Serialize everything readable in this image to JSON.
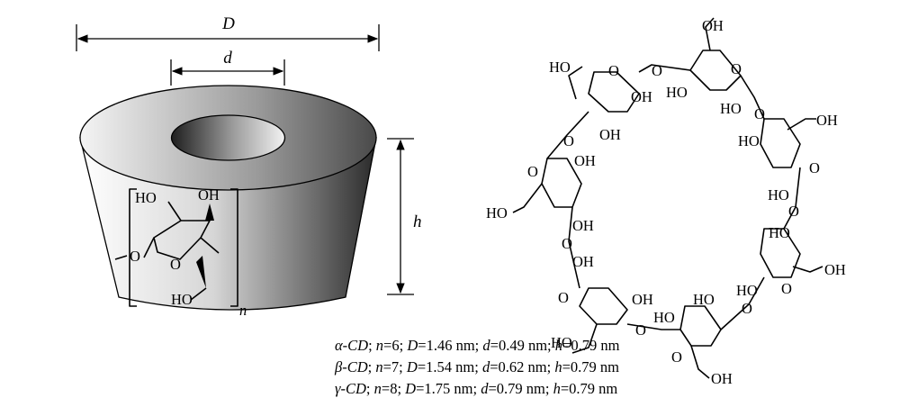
{
  "cone": {
    "D_label": "D",
    "d_label": "d",
    "h_label": "h",
    "n_label": "n",
    "unit_atoms": {
      "HO_top": "HO",
      "OH_top": "OH",
      "ring_O": "O",
      "link_O": "O",
      "HO_bottom": "HO"
    }
  },
  "rows": [
    {
      "name": "α-CD",
      "n": "6",
      "D": "1.46",
      "d": "0.49",
      "h": "0.79",
      "unit": "nm"
    },
    {
      "name": "β-CD",
      "n": "7",
      "D": "1.54",
      "d": "0.62",
      "h": "0.79",
      "unit": "nm"
    },
    {
      "name": "γ-CD",
      "n": "8",
      "D": "1.75",
      "d": "0.79",
      "h": "0.79",
      "unit": "nm"
    }
  ],
  "ring_labels": {
    "HO": "HO",
    "OH": "OH",
    "O": "O"
  }
}
